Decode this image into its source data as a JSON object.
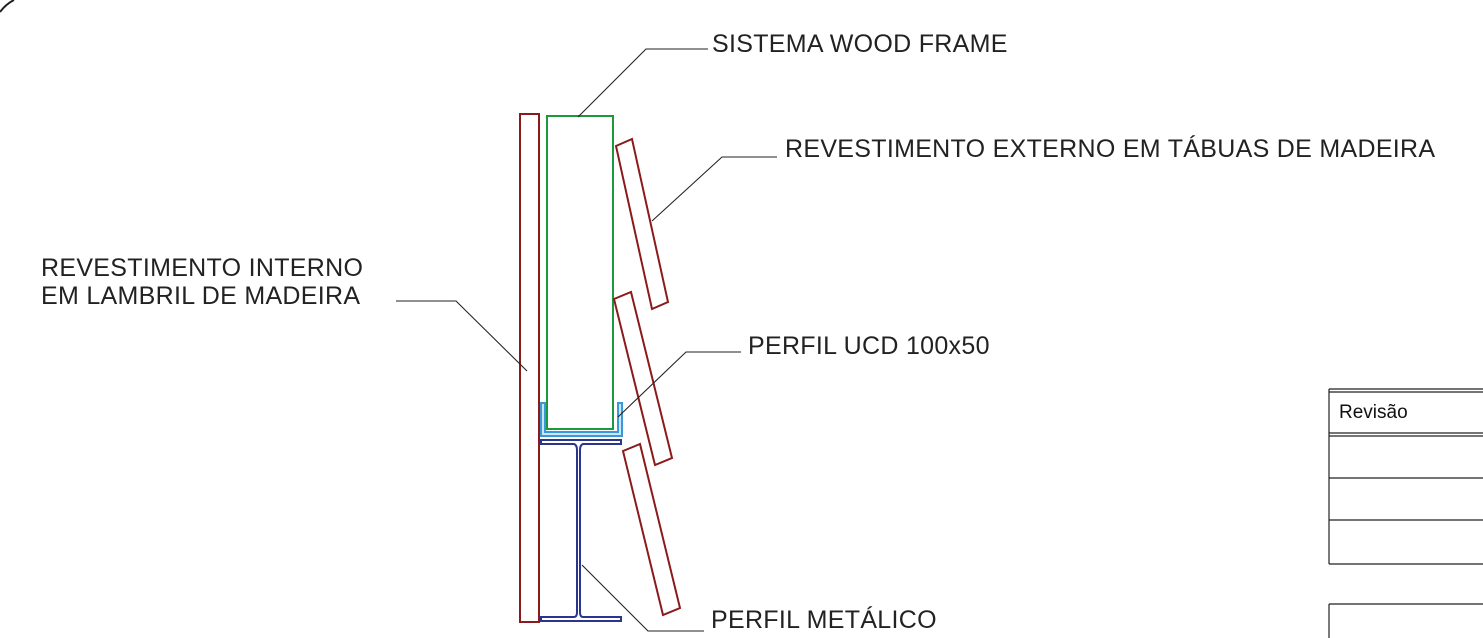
{
  "labels": {
    "wood_frame": "SISTEMA WOOD FRAME",
    "external_cladding": "REVESTIMENTO EXTERNO EM TÁBUAS DE MADEIRA",
    "internal_cladding_line1": "REVESTIMENTO INTERNO",
    "internal_cladding_line2": "EM LAMBRIL DE MADEIRA",
    "ucd_profile": "PERFIL UCD 100x50",
    "metal_profile": "PERFIL METÁLICO"
  },
  "title_block": {
    "revision_header": "Revisão"
  },
  "colors": {
    "wood": "#8b1a1a",
    "wood_frame": "#1a9a3c",
    "ucd_profile": "#3a9ad9",
    "steel_profile": "#2a3590",
    "line": "#222222"
  }
}
